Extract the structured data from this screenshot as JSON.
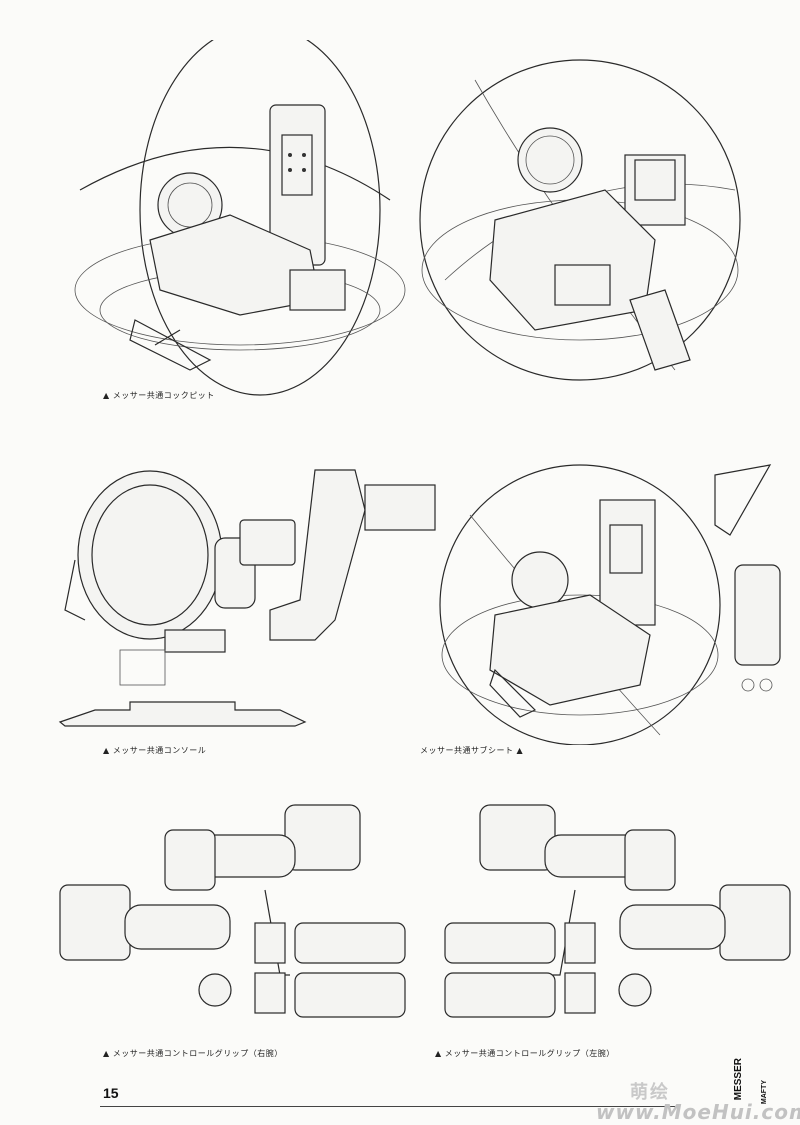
{
  "captions": {
    "cockpit": "▲ メッサー共通コックピット",
    "console": "▲ メッサー共通コンソール",
    "subseat": "メッサー共通サブシート ▲",
    "grip_right": "▲ メッサー共通コントロールグリップ（右腕）",
    "grip_left": "▲ メッサー共通コントロールグリップ（左腕）"
  },
  "page_number": "15",
  "side_labels": {
    "messer": "MESSER",
    "mafty": "MAFTY"
  },
  "watermark": {
    "site_name": "萌绘",
    "url": "www.MoeHui.com"
  }
}
